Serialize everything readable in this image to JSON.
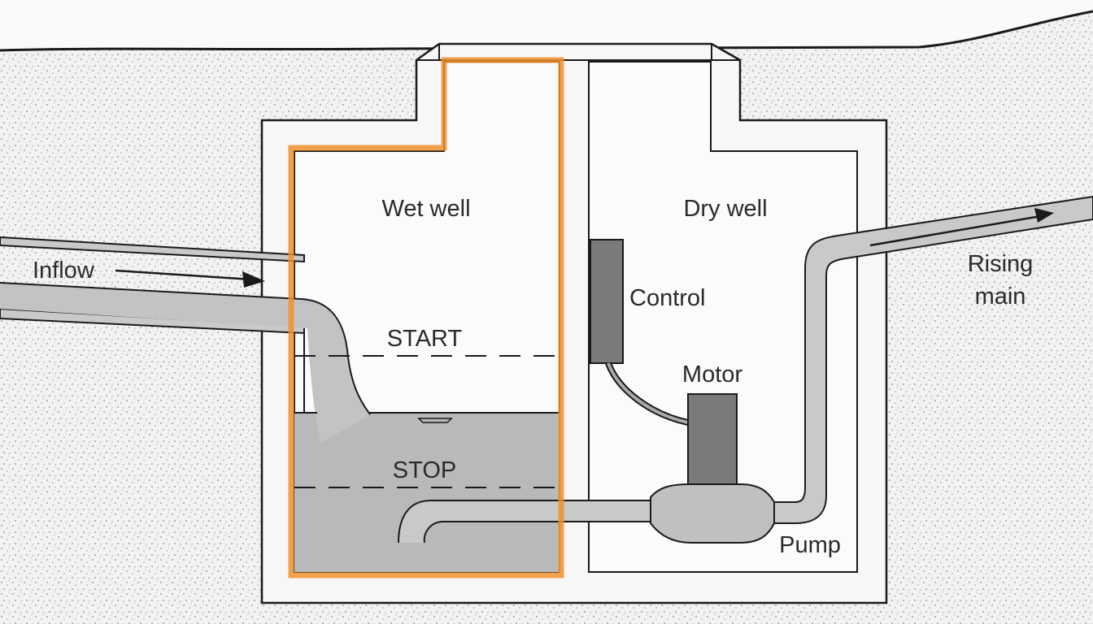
{
  "title": "Pumping station cross-section",
  "labels": {
    "wet_well": "Wet well",
    "dry_well": "Dry well",
    "inflow": "Inflow",
    "start": "START",
    "stop": "STOP",
    "control": "Control",
    "motor": "Motor",
    "pump": "Pump",
    "rising_main_1": "Rising",
    "rising_main_2": "main"
  },
  "colors": {
    "highlight": "#f0922e",
    "water": "#b9b9b9",
    "equipment": "#7a7a7a",
    "pipe": "#c9c9c9",
    "soil_dot": "#8a8a8a",
    "line": "#1a1a1a"
  },
  "highlight": {
    "target": "Wet well"
  }
}
